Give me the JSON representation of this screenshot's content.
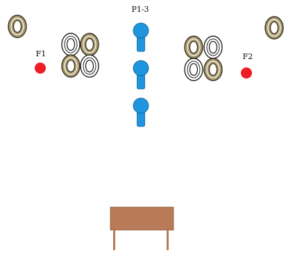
{
  "labels": {
    "p_group": "P1-3",
    "f1": "F1",
    "f2": "F2"
  },
  "colors": {
    "background": "#ffffff",
    "token_tan": "#a89a6e",
    "token_tan_stroke": "#3a2e1e",
    "token_white": "#ffffff",
    "token_white_stroke": "#222222",
    "pin_blue": "#1e95dd",
    "pin_blue_stroke": "#0b5c99",
    "dot_red": "#ee1c24",
    "table_top": "#b97a57",
    "table_top_stroke": "#8a5634",
    "table_leg": "#b97a57"
  },
  "icons": {
    "token": "oval-ring-token-icon",
    "pin": "keyhole-pin-icon",
    "dot": "red-dot-icon",
    "table": "table-icon"
  }
}
